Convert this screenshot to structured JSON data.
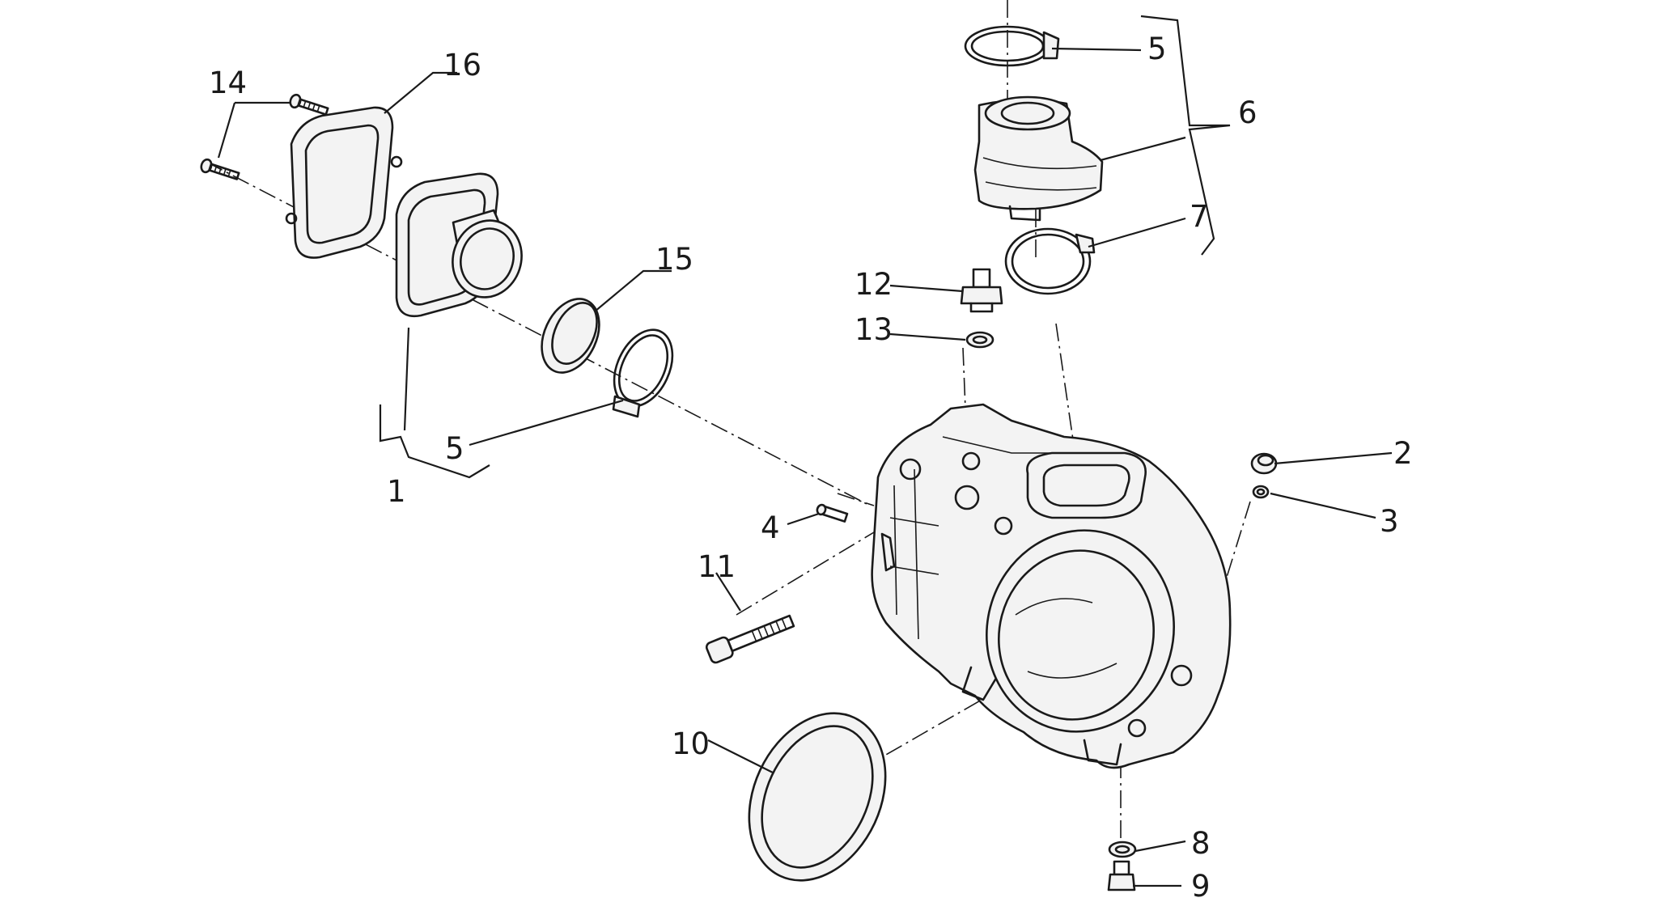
{
  "callouts": {
    "c1": "1",
    "c2": "2",
    "c3": "3",
    "c4": "4",
    "c5a": "5",
    "c5b": "5",
    "c6": "6",
    "c7": "7",
    "c8": "8",
    "c9": "9",
    "c10": "10",
    "c11": "11",
    "c12": "12",
    "c13": "13",
    "c14": "14",
    "c15": "15",
    "c16": "16"
  }
}
